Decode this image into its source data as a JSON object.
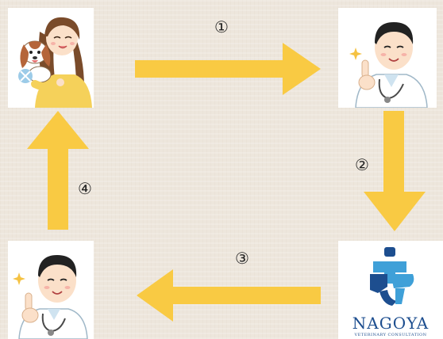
{
  "steps": {
    "s1": "①",
    "s2": "②",
    "s3": "③",
    "s4": "④"
  },
  "logo": {
    "main": "NAGOYA",
    "sub": "VETERINARY CONSULTATION"
  },
  "colors": {
    "arrow": "#f9ca43",
    "logo_blue": "#1d4e8f",
    "logo_light": "#3fa0d8",
    "background": "#ede6dc"
  },
  "icons": {
    "owner": "woman-holding-dog-illustration",
    "vet": "veterinarian-doctor-illustration",
    "logo": "nagoya-veterinary-logo"
  }
}
